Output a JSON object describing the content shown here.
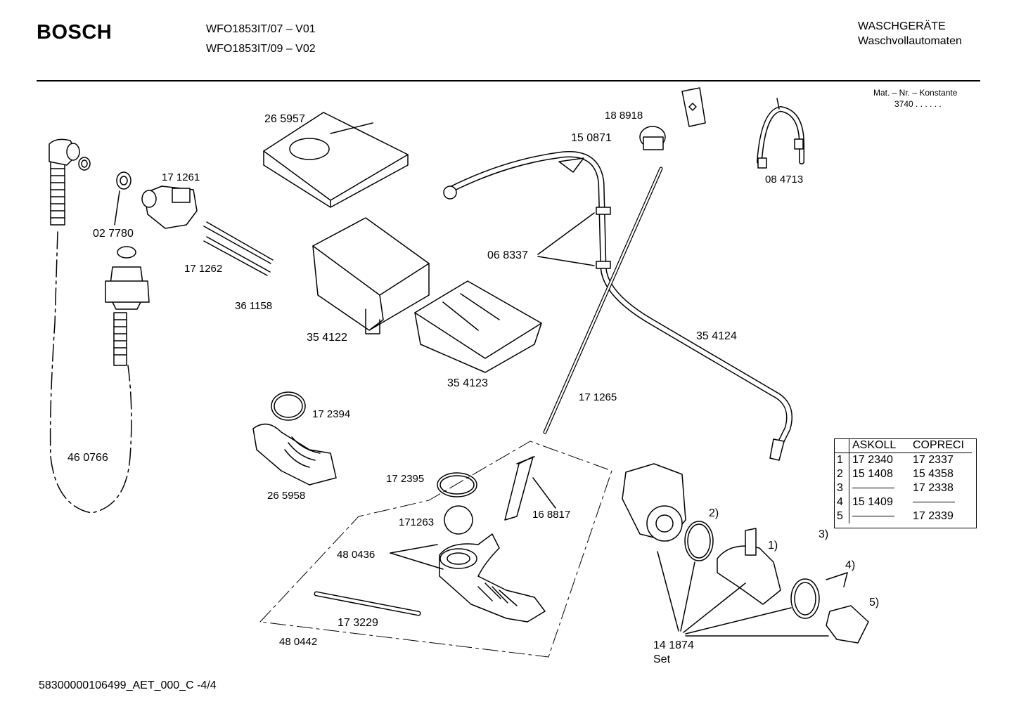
{
  "header": {
    "brand": "BOSCH",
    "models": [
      "WFO1853IT/07 – V01",
      "WFO1853IT/09 – V02"
    ],
    "category": "WASCHGERÄTE",
    "subcategory": "Waschvollautomaten",
    "mat_label": "Mat. – Nr. – Konstante",
    "mat_value": "3740  .  .   .  .  .  ."
  },
  "parts": {
    "p265957": "26 5957",
    "p188918": "18 8918",
    "p150871": "15 0871",
    "p084713": "08 4713",
    "p171261": "17 1261",
    "p027780": "02 7780",
    "p171262": "17 1262",
    "p361158": "36 1158",
    "p068337": "06 8337",
    "p354122": "35 4122",
    "p354124": "35 4124",
    "p354123": "35 4123",
    "p171265": "17 1265",
    "p172394": "17 2394",
    "p460766": "46 0766",
    "p265958": "26 5958",
    "p172395": "17 2395",
    "p168817": "16 8817",
    "p171263": "171263",
    "p480436": "48 0436",
    "p173229": "17 3229",
    "p480442": "48 0442",
    "p141874": "14 1874",
    "set": "Set",
    "c1": "1)",
    "c2": "2)",
    "c3": "3)",
    "c4": "4)",
    "c5": "5)"
  },
  "table": {
    "headers": [
      "ASKOLL",
      "COPRECI"
    ],
    "rows": [
      {
        "idx": "1",
        "askoll": "17 2340",
        "copreci": "17 2337"
      },
      {
        "idx": "2",
        "askoll": "15 1408",
        "copreci": "15 4358"
      },
      {
        "idx": "3",
        "askoll": "",
        "copreci": "17 2338"
      },
      {
        "idx": "4",
        "askoll": "15 1409",
        "copreci": ""
      },
      {
        "idx": "5",
        "askoll": "",
        "copreci": "17 2339"
      }
    ]
  },
  "footer": {
    "doc_id": "58300000106499_AET_000_C  -4/4"
  }
}
